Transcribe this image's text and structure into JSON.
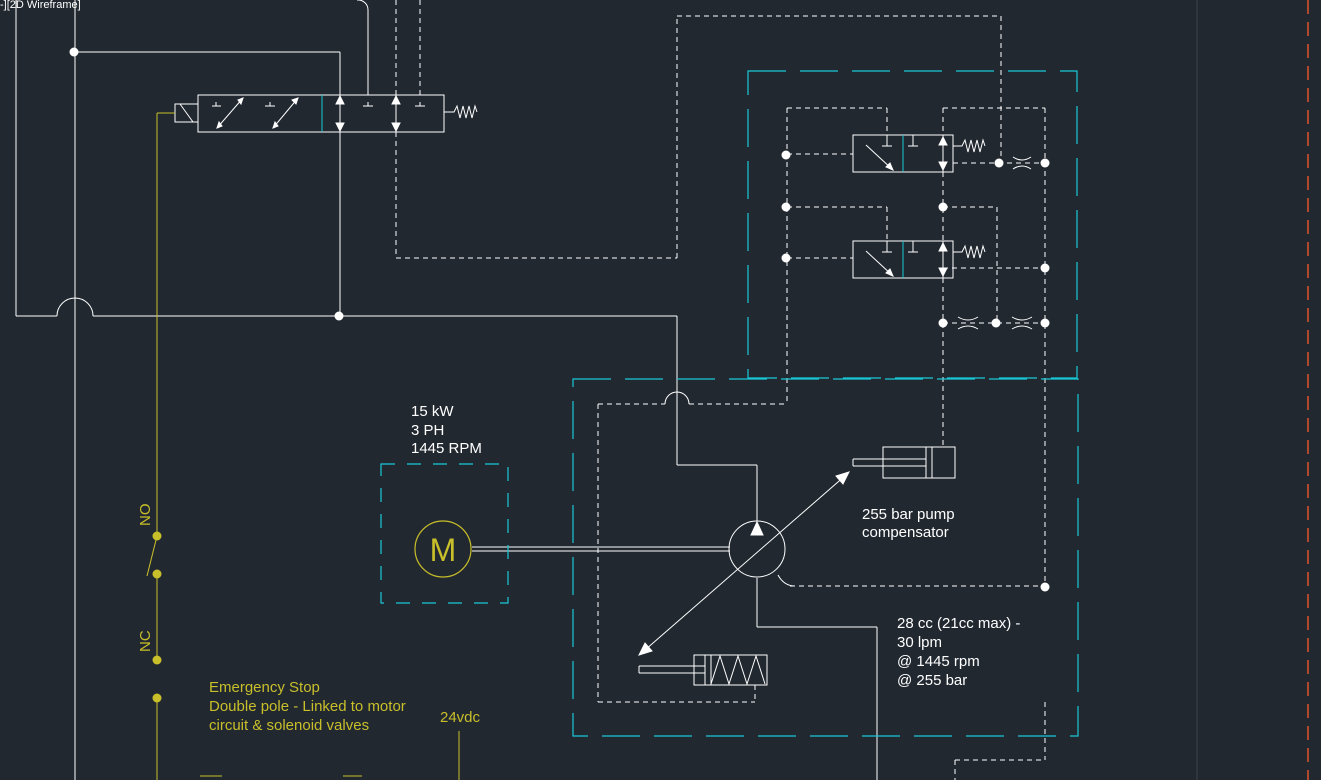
{
  "viewport_label": "-][2D Wireframe]",
  "motor": {
    "symbol": "M",
    "specs": [
      "15 kW",
      "3 PH",
      "1445 RPM"
    ]
  },
  "compensator_label": [
    "255 bar pump",
    "compensator"
  ],
  "pump_label": [
    "28 cc (21cc max) -",
    "30 lpm",
    "@ 1445 rpm",
    "@ 255 bar"
  ],
  "switch_labels": {
    "no": "NO",
    "nc": "NC"
  },
  "estop_label": [
    "Emergency Stop",
    "Double pole - Linked to motor",
    "circuit & solenoid valves"
  ],
  "supply_label": "24vdc",
  "colors": {
    "background": "#212830",
    "line": "#ffffff",
    "boundary": "#18c8d6",
    "electrical": "#c9bf2a",
    "frame": "#e0542a"
  }
}
